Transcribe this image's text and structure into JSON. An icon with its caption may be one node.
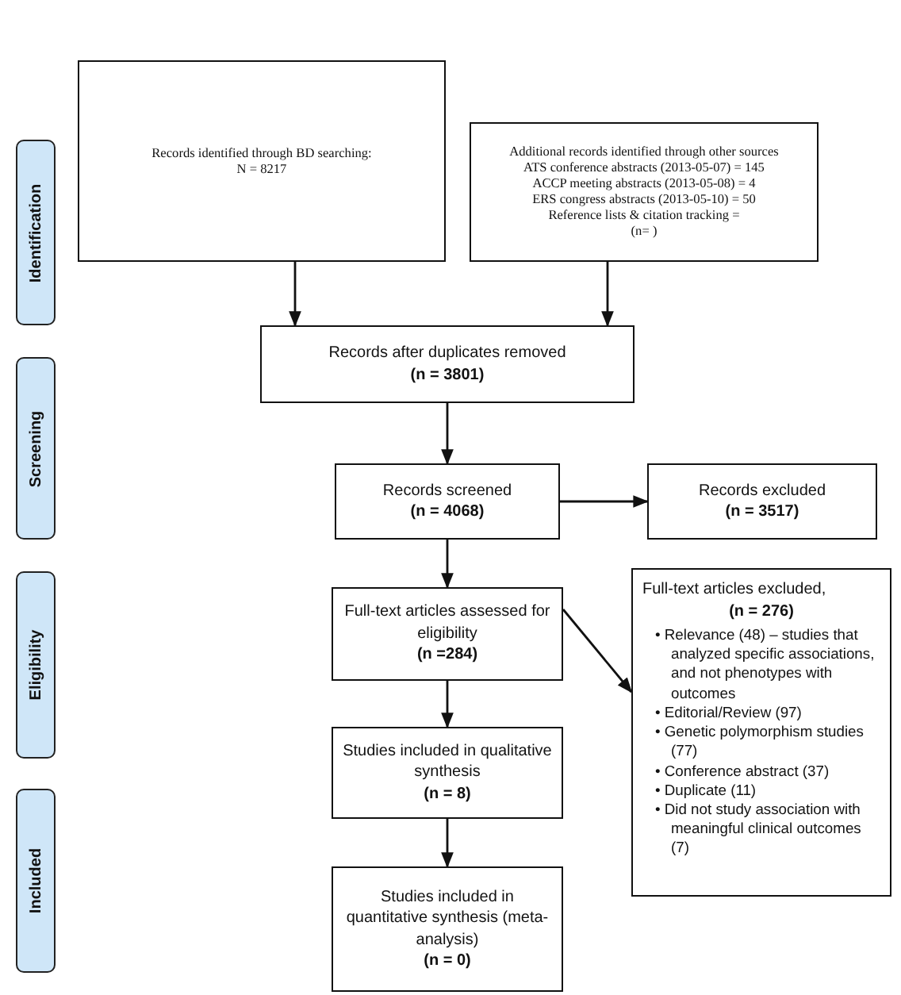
{
  "diagram": {
    "nodes": [
      {
        "text": [
          "Identification"
        ]
      },
      {
        "text": [
          "Screening"
        ]
      },
      {
        "text": [
          "Eligibility"
        ]
      },
      {
        "text": [
          "Included"
        ]
      },
      {
        "text": [
          "Records identified through BD searching:",
          "N = 8217"
        ]
      },
      {
        "text": [
          "Additional records identified through other sources",
          "ATS conference abstracts (2013-05-07) = 145",
          "ACCP meeting abstracts (2013-05-08) = 4",
          "ERS congress abstracts (2013-05-10) = 50",
          "Reference lists & citation tracking =",
          "(n= )"
        ]
      },
      {
        "text": [
          "Records after duplicates removed",
          "(n = 3801)"
        ]
      },
      {
        "text": [
          "Records screened",
          "(n = 4068)"
        ]
      },
      {
        "text": [
          "Records excluded",
          "(n = 3517)"
        ]
      },
      {
        "text": [
          "Full-text articles assessed for eligibility",
          "(n =284)"
        ]
      },
      {
        "text": [
          "Full-text articles excluded,",
          "(n = 276)",
          "• Relevance (48) – studies that analyzed specific associations, and not phenotypes with outcomes",
          "• Editorial/Review (97)",
          "• Genetic polymorphism studies (77)",
          "• Conference abstract (37)",
          "• Duplicate (11)",
          "• Did not study association with meaningful clinical outcomes (7)"
        ]
      },
      {
        "text": [
          "Studies included in qualitative synthesis",
          "(n = 8)"
        ]
      },
      {
        "text": [
          "Studies included in quantitative synthesis (meta-analysis)",
          "(n = 0)"
        ]
      }
    ],
    "edges": [
      {
        "from": 4,
        "to": 6,
        "arrow": "to"
      },
      {
        "from": 5,
        "to": 6,
        "arrow": "to"
      },
      {
        "from": 6,
        "to": 7,
        "arrow": "to"
      },
      {
        "from": 7,
        "to": 8,
        "arrow": "to"
      },
      {
        "from": 7,
        "to": 9,
        "arrow": "to"
      },
      {
        "from": 9,
        "to": 10,
        "arrow": "to"
      },
      {
        "from": 9,
        "to": 11,
        "arrow": "to"
      },
      {
        "from": 11,
        "to": 12,
        "arrow": "to"
      }
    ]
  }
}
